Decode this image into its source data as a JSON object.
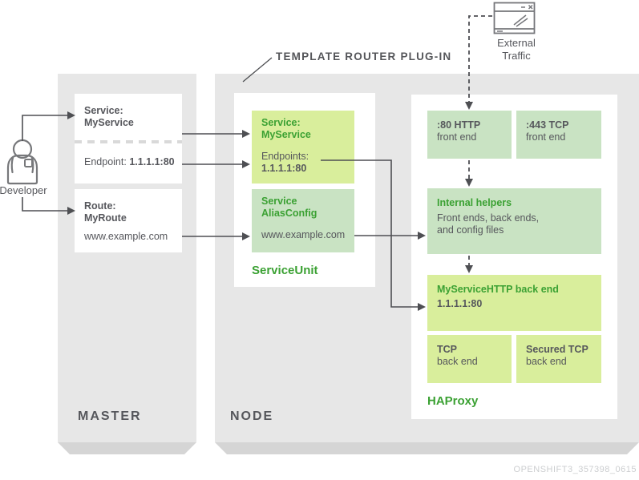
{
  "title_label": "TEMPLATE ROUTER PLUG-IN",
  "watermark": "OPENSHIFT3_357398_0615",
  "colors": {
    "accent_green_text": "#3ba133",
    "light_green_box": "#d9ee9c",
    "muted_green_box": "#c9e3c3",
    "zone_gray": "#e7e7e7",
    "zone_edge_gray": "#d5d5d5",
    "dark_text": "#56575c",
    "connector_gray": "#4e4f53",
    "watermark_gray": "#ccced0"
  },
  "icons": {
    "developer": "developer-person-icon",
    "external_traffic": "browser-window-icon"
  },
  "developer": {
    "label": "Developer"
  },
  "external_traffic": {
    "line1": "External",
    "line2": "Traffic"
  },
  "master": {
    "label": "MASTER",
    "service_box": {
      "line1": "Service:",
      "line2": "MyService",
      "endpoint_label": "Endpoint:",
      "endpoint_value": "1.1.1.1:80"
    },
    "route_box": {
      "line1": "Route:",
      "line2": "MyRoute",
      "url": "www.example.com"
    }
  },
  "node": {
    "label": "NODE",
    "service_unit": {
      "label": "ServiceUnit",
      "service_box": {
        "line1": "Service:",
        "line2": "MyService",
        "endpoints_label": "Endpoints:",
        "endpoints_value": "1.1.1.1:80"
      },
      "alias_box": {
        "line1": "Service",
        "line2": "AliasConfig",
        "url": "www.example.com"
      }
    },
    "haproxy": {
      "label": "HAProxy",
      "http_front_end": {
        "line1": ":80 HTTP",
        "line2": "front end"
      },
      "tcp_front_end": {
        "line1": ":443 TCP",
        "line2": "front end"
      },
      "internal_helpers": {
        "title": "Internal helpers",
        "desc_line1": "Front ends, back ends,",
        "desc_line2": "and config files"
      },
      "myservice_backend": {
        "title": "MyServiceHTTP back end",
        "value": "1.1.1.1:80"
      },
      "tcp_backend": {
        "line1": "TCP",
        "line2": "back end"
      },
      "secured_tcp_backend": {
        "line1": "Secured TCP",
        "line2": "back end"
      }
    }
  }
}
